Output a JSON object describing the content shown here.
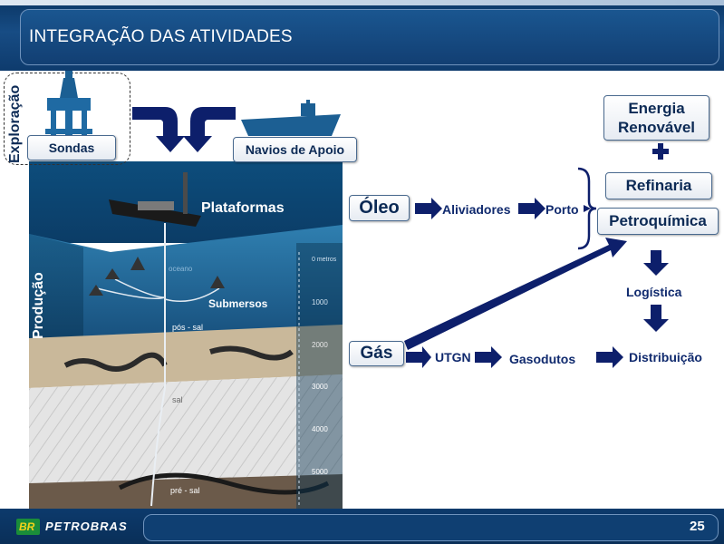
{
  "header": {
    "title": "INTEGRAÇÃO DAS ATIVIDADES"
  },
  "footer": {
    "brand_mark": "BR",
    "brand_name": "PETROBRAS",
    "page_number": "25"
  },
  "left": {
    "exploracao_label": "Exploração",
    "producao_label": "Produção",
    "sondas": "Sondas",
    "navios_de_apoio": "Navios de Apoio",
    "plataformas": "Plataformas",
    "submersos": "Submersos",
    "oceano": "oceano",
    "pos_sal": "pós - sal",
    "sal": "sal",
    "pre_sal": "pré - sal",
    "depth_ticks": [
      "0 metros",
      "1000",
      "2000",
      "3000",
      "4000",
      "5000"
    ]
  },
  "flow": {
    "oleo": "Óleo",
    "aliviadores": "Aliviadores",
    "porto": "Porto",
    "gas": "Gás",
    "utgn": "UTGN",
    "gasodutos": "Gasodutos",
    "distribuicao": "Distribuição",
    "energia_renovavel_line1": "Energia",
    "energia_renovavel_line2": "Renovável",
    "plus": "+",
    "refinaria": "Refinaria",
    "petroquimica": "Petroquímica",
    "logistica": "Logística"
  },
  "colors": {
    "navy": "#0c2a55",
    "arrow": "#0d1f6b",
    "header_blue": "#174c84",
    "ocean_deep": "#0f5a86",
    "ocean_light": "#3f8fbe"
  }
}
